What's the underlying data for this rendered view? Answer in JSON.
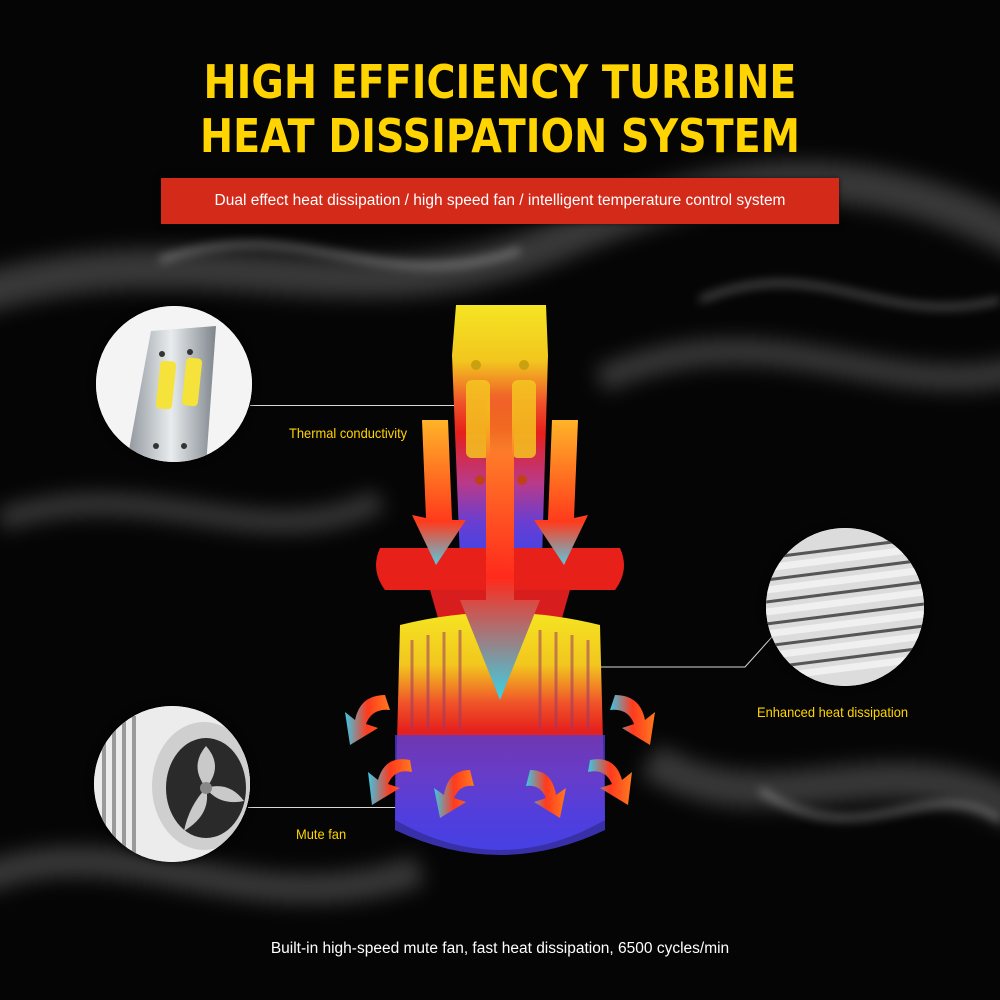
{
  "title": {
    "line1": "HIGH EFFICIENCY TURBINE",
    "line2": "HEAT DISSIPATION SYSTEM"
  },
  "banner": {
    "text": "Dual effect heat dissipation / high speed fan / intelligent temperature control system"
  },
  "callouts": {
    "thermal": "Thermal conductivity",
    "enhanced": "Enhanced heat dissipation",
    "mute": "Mute fan"
  },
  "footer": {
    "text": "Built-in high-speed mute fan, fast heat dissipation, 6500 cycles/min"
  },
  "colors": {
    "background": "#050505",
    "title": "#ffd400",
    "banner": "#d42a1a",
    "label": "#ffd400",
    "bulb_top": "#f2e020",
    "bulb_mid": "#e8261c",
    "bulb_bottom": "#4a3ee0",
    "arrow": "#ff3a1e"
  }
}
